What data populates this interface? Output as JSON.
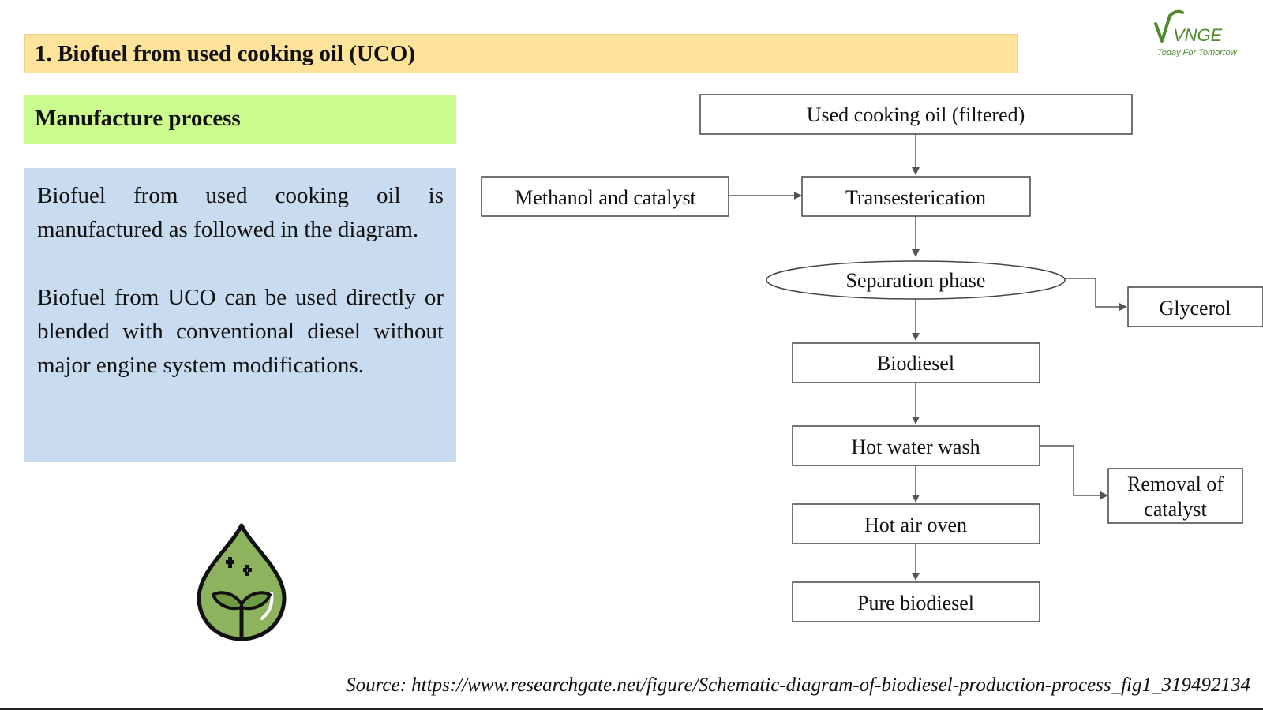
{
  "slide": {
    "title": "1. Biofuel from used cooking oil (UCO)",
    "subtitle": "Manufacture process",
    "paragraphs": [
      "Biofuel from used cooking oil is manufactured as followed in the diagram.",
      "Biofuel from UCO can be used directly or blended with conventional diesel without major engine system modifications."
    ],
    "source": "Source: https://www.researchgate.net/figure/Schematic-diagram-of-biodiesel-production-process_fig1_319492134"
  },
  "logo": {
    "text": "VNGE",
    "tagline": "Today For Tomorrow",
    "color": "#4f8a2c"
  },
  "diagram": {
    "nodes": {
      "uco": "Used cooking oil (filtered)",
      "methanol": "Methanol and catalyst",
      "transesterification": "Transesterication",
      "separation": "Separation phase",
      "glycerol": "Glycerol",
      "biodiesel": "Biodiesel",
      "hot_water_wash": "Hot water wash",
      "removal_line1": "Removal of",
      "removal_line2": "catalyst",
      "hot_air_oven": "Hot air oven",
      "pure_biodiesel": "Pure biodiesel"
    },
    "edge_color": "#555555"
  },
  "icon": {
    "name": "leaf-droplet-icon",
    "fill": "#8db35f"
  }
}
